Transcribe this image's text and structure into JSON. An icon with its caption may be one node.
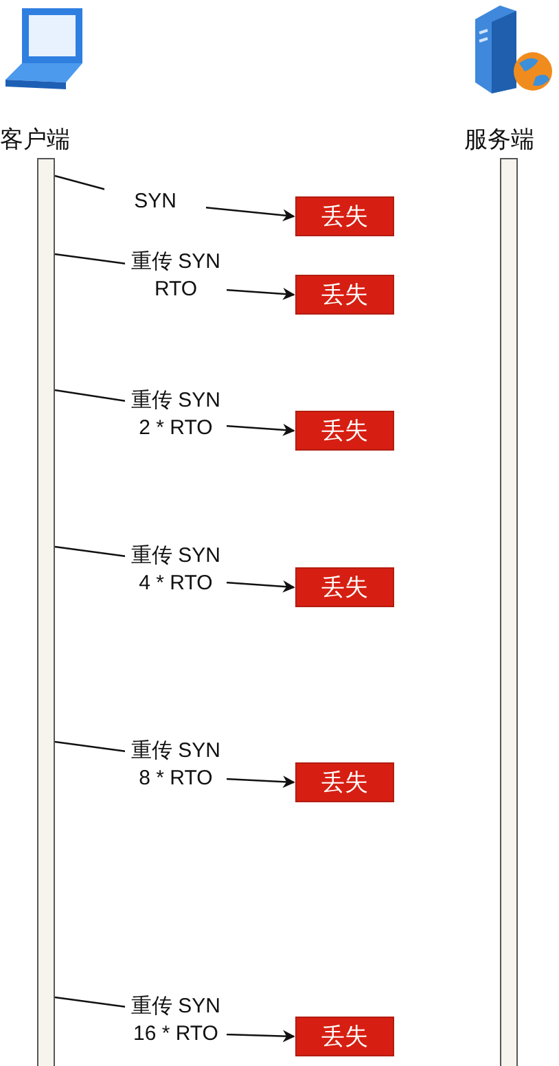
{
  "diagram": {
    "nodes": [
      {
        "text": [
          "客户端"
        ]
      },
      {
        "text": [
          "服务端"
        ]
      },
      {
        "text": [
          "丢失"
        ]
      },
      {
        "text": [
          "丢失"
        ]
      },
      {
        "text": [
          "丢失"
        ]
      },
      {
        "text": [
          "丢失"
        ]
      },
      {
        "text": [
          "丢失"
        ]
      },
      {
        "text": [
          "丢失"
        ]
      }
    ],
    "edges": [
      {
        "from": 0,
        "to": 2,
        "arrow": "to",
        "label": "SYN"
      },
      {
        "from": 0,
        "to": 3,
        "arrow": "to",
        "label": "重传 SYN RTO"
      },
      {
        "from": 0,
        "to": 4,
        "arrow": "to",
        "label": "重传 SYN 2 * RTO"
      },
      {
        "from": 0,
        "to": 5,
        "arrow": "to",
        "label": "重传 SYN 4 * RTO"
      },
      {
        "from": 0,
        "to": 6,
        "arrow": "to",
        "label": "重传 SYN 8 * RTO"
      },
      {
        "from": 0,
        "to": 7,
        "arrow": "to",
        "label": "重传 SYN 16 * RTO"
      }
    ]
  }
}
